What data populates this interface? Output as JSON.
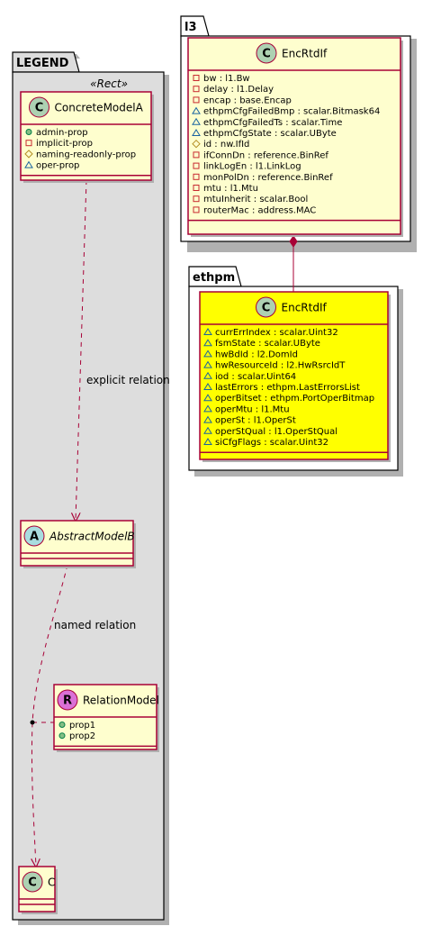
{
  "packages": {
    "legend": {
      "title": "LEGEND",
      "stereotype": "«Rect»"
    },
    "l3": {
      "title": "l3"
    },
    "ethpm": {
      "title": "ethpm"
    }
  },
  "classes": {
    "concrete_model_a": {
      "kind_letter": "C",
      "name": "ConcreteModelA",
      "attributes": [
        {
          "vis": "+",
          "text": "admin-prop"
        },
        {
          "vis": "-",
          "text": "implicit-prop"
        },
        {
          "vis": "#",
          "text": "naming-readonly-prop"
        },
        {
          "vis": "~",
          "text": "oper-prop"
        }
      ]
    },
    "abstract_model_b": {
      "kind_letter": "A",
      "name": "AbstractModelB",
      "attributes": []
    },
    "relation_model": {
      "kind_letter": "R",
      "name": "RelationModel",
      "attributes": [
        {
          "vis": "+",
          "text": "prop1"
        },
        {
          "vis": "+",
          "text": "prop2"
        }
      ]
    },
    "c": {
      "kind_letter": "C",
      "name": "C",
      "attributes": []
    },
    "l3_enc_rtd_if": {
      "kind_letter": "C",
      "name": "EncRtdIf",
      "attributes": [
        {
          "vis": "-",
          "text": "bw : l1.Bw"
        },
        {
          "vis": "-",
          "text": "delay : l1.Delay"
        },
        {
          "vis": "-",
          "text": "encap : base.Encap"
        },
        {
          "vis": "~",
          "text": "ethpmCfgFailedBmp : scalar.Bitmask64"
        },
        {
          "vis": "~",
          "text": "ethpmCfgFailedTs : scalar.Time"
        },
        {
          "vis": "~",
          "text": "ethpmCfgState : scalar.UByte"
        },
        {
          "vis": "#",
          "text": "id : nw.IfId"
        },
        {
          "vis": "-",
          "text": "ifConnDn : reference.BinRef"
        },
        {
          "vis": "-",
          "text": "linkLogEn : l1.LinkLog"
        },
        {
          "vis": "-",
          "text": "monPolDn : reference.BinRef"
        },
        {
          "vis": "-",
          "text": "mtu : l1.Mtu"
        },
        {
          "vis": "-",
          "text": "mtuInherit : scalar.Bool"
        },
        {
          "vis": "-",
          "text": "routerMac : address.MAC"
        }
      ]
    },
    "ethpm_enc_rtd_if": {
      "kind_letter": "C",
      "name": "EncRtdIf",
      "attributes": [
        {
          "vis": "~",
          "text": "currErrIndex : scalar.Uint32"
        },
        {
          "vis": "~",
          "text": "fsmState : scalar.UByte"
        },
        {
          "vis": "~",
          "text": "hwBdId : l2.DomId"
        },
        {
          "vis": "~",
          "text": "hwResourceId : l2.HwRsrcIdT"
        },
        {
          "vis": "~",
          "text": "iod : scalar.Uint64"
        },
        {
          "vis": "~",
          "text": "lastErrors : ethpm.LastErrorsList"
        },
        {
          "vis": "~",
          "text": "operBitset : ethpm.PortOperBitmap"
        },
        {
          "vis": "~",
          "text": "operMtu : l1.Mtu"
        },
        {
          "vis": "~",
          "text": "operSt : l1.OperSt"
        },
        {
          "vis": "~",
          "text": "operStQual : l1.OperStQual"
        },
        {
          "vis": "~",
          "text": "siCfgFlags : scalar.Uint32"
        }
      ]
    }
  },
  "relations": {
    "explicit": "explicit relation",
    "named": "named relation"
  },
  "colors": {
    "class_fill": "#FEFECE",
    "class_border": "#A80036",
    "highlight_fill": "#FFFF00",
    "package_fill": "#DDDDDD",
    "package_border": "#000000",
    "circle_c": "#ADD1B2",
    "circle_a": "#A9DCDF",
    "circle_r": "#DA70D6",
    "shadow": "#B0B0B0",
    "vis_public_fill": "#84BE84",
    "vis_public_stroke": "#038048",
    "vis_private_stroke": "#C82930",
    "vis_protected_stroke": "#B38D22",
    "vis_package_stroke": "#1963A0"
  }
}
